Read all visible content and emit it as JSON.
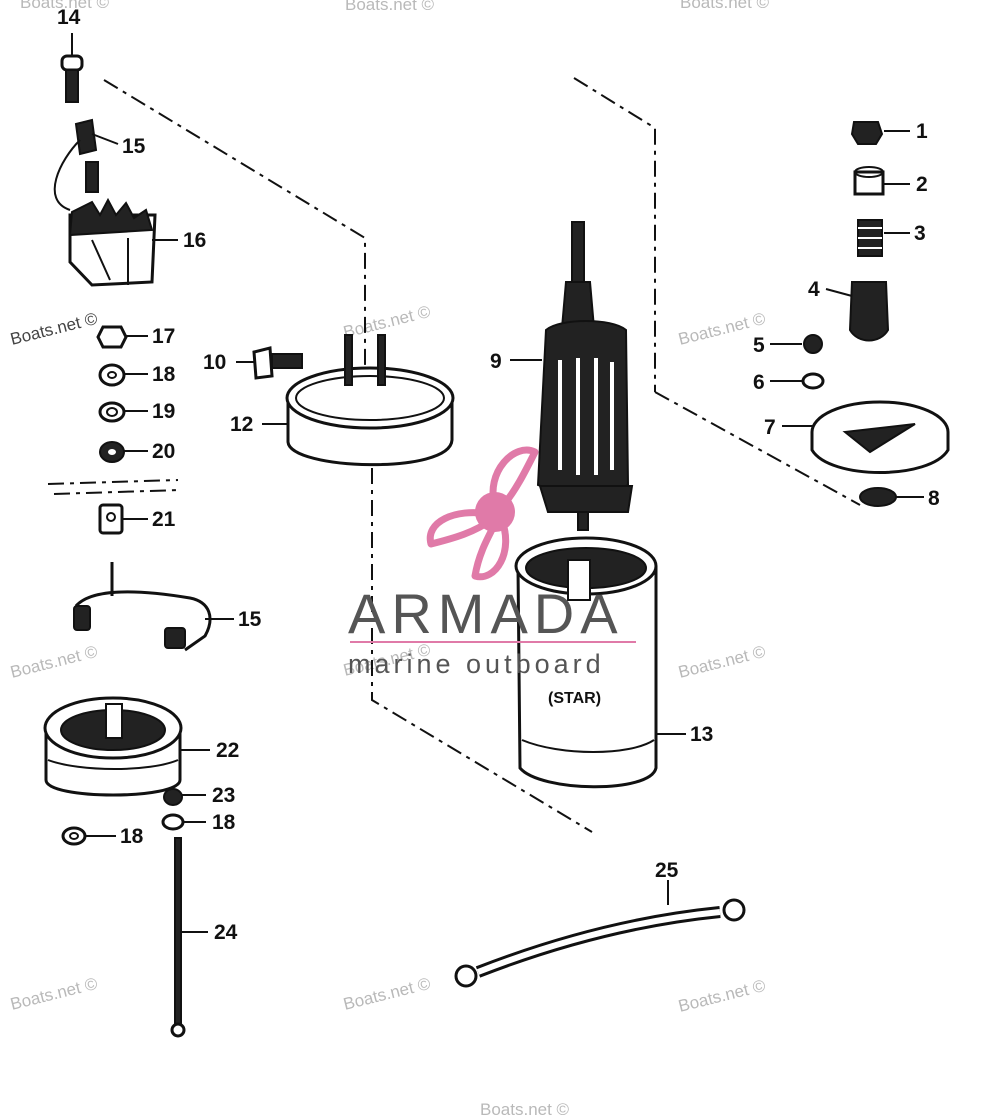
{
  "diagram": {
    "callouts": [
      "14",
      "15",
      "16",
      "17",
      "18",
      "19",
      "20",
      "21",
      "15",
      "22",
      "23",
      "18",
      "18",
      "24",
      "10",
      "12",
      "9",
      "13",
      "25",
      "1",
      "2",
      "3",
      "4",
      "5",
      "6",
      "7",
      "8"
    ],
    "housing_label": "(STAR)"
  },
  "brand": {
    "name": "ARMADA",
    "tagline": "marine outboard",
    "logo_color": "#e07aa8",
    "text_color": "#555555"
  },
  "watermarks": [
    "Boats.net ©",
    "Boats.net ©",
    "Boats.net ©",
    "Boats.net ©",
    "Boats.net ©",
    "Boats.net ©",
    "Boats.net ©",
    "Boats.net ©",
    "Boats.net ©",
    "Boats.net ©",
    "Boats.net ©",
    "Boats.net ©",
    "Boats.net ©"
  ]
}
